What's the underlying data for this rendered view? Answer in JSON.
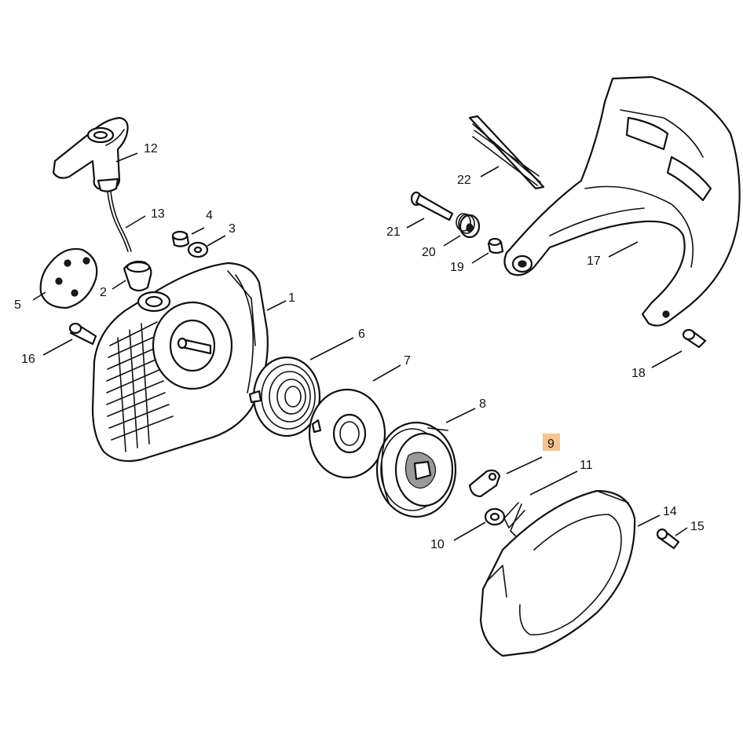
{
  "colors": {
    "line": "#111111",
    "background": "#ffffff",
    "highlight": "#f6c48e"
  },
  "callouts": {
    "c1": "1",
    "c2": "2",
    "c3": "3",
    "c4": "4",
    "c5": "5",
    "c6": "6",
    "c7": "7",
    "c8": "8",
    "c9": "9",
    "c10": "10",
    "c11": "11",
    "c12": "12",
    "c13": "13",
    "c14": "14",
    "c15": "15",
    "c16": "16",
    "c17": "17",
    "c18": "18",
    "c19": "19",
    "c20": "20",
    "c21": "21",
    "c22": "22"
  },
  "highlighted_callout": "9"
}
